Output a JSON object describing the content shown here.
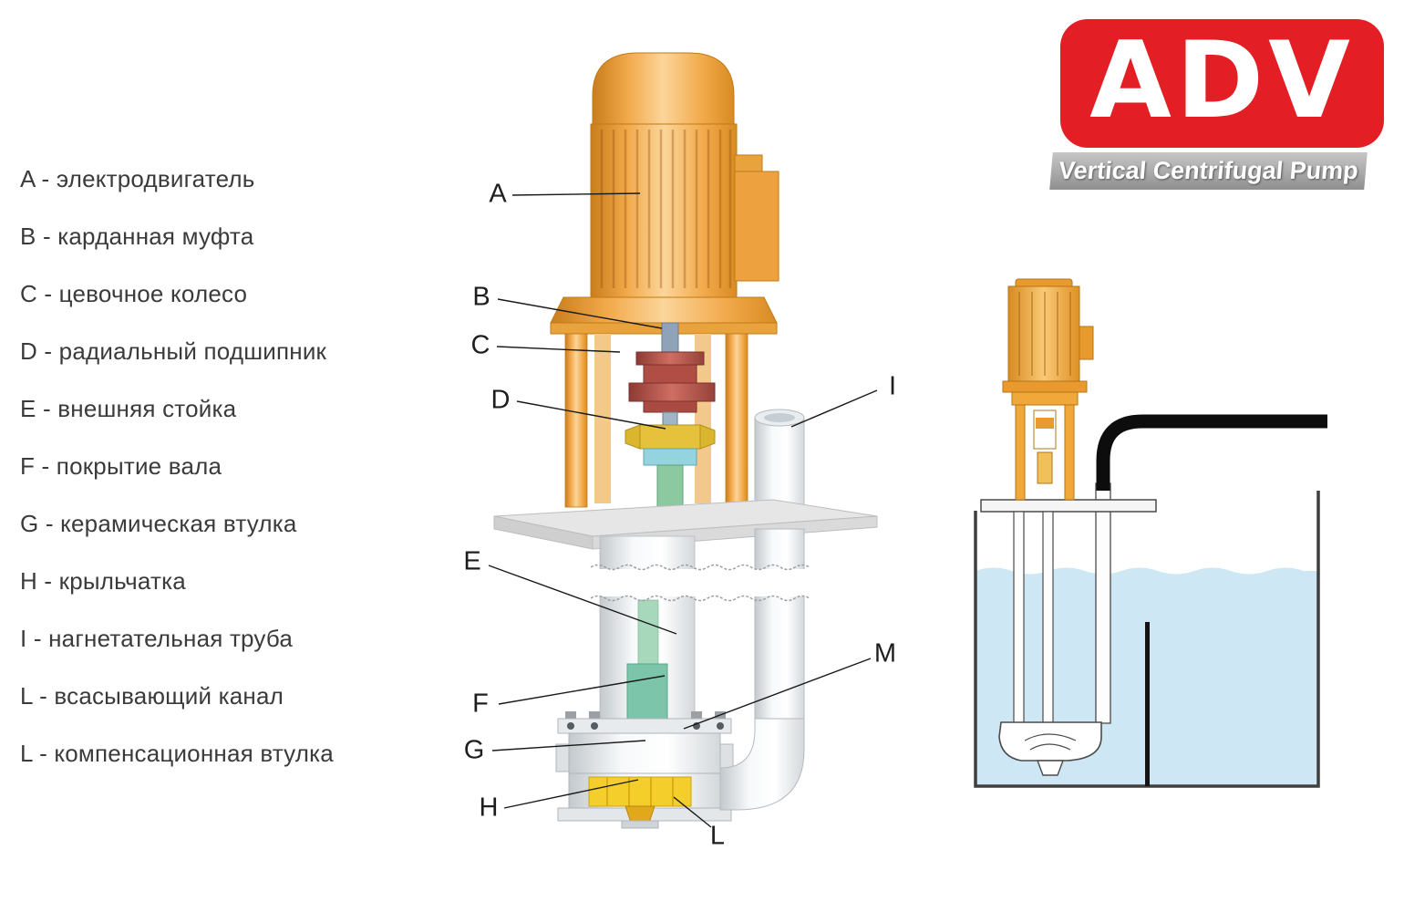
{
  "legend": {
    "items": [
      {
        "text": "A - электродвигатель"
      },
      {
        "text": "B - карданная муфта"
      },
      {
        "text": "C - цевочное колесо"
      },
      {
        "text": "D - радиальный подшипник"
      },
      {
        "text": "E - внешняя стойка"
      },
      {
        "text": "F - покрытие вала"
      },
      {
        "text": "G - керамическая втулка"
      },
      {
        "text": "H - крыльчатка"
      },
      {
        "text": "I - нагнетательная труба"
      },
      {
        "text": "L - всасывающий канал"
      },
      {
        "text": "L - компенсационная втулка"
      }
    ]
  },
  "logo": {
    "brand": "ADV",
    "tagline": "Vertical Centrifugal Pump",
    "brand_bg": "#e31e24",
    "brand_color": "#ffffff",
    "tagline_bg": "#a9a9a9"
  },
  "diagram": {
    "callouts": [
      {
        "letter": "A"
      },
      {
        "letter": "B"
      },
      {
        "letter": "C"
      },
      {
        "letter": "D"
      },
      {
        "letter": "E"
      },
      {
        "letter": "F"
      },
      {
        "letter": "G"
      },
      {
        "letter": "H"
      },
      {
        "letter": "I"
      },
      {
        "letter": "L"
      },
      {
        "letter": "M"
      }
    ],
    "colors": {
      "motor_orange": "#f0a647",
      "coupling_red": "#b04e46",
      "bearing_yellow": "#e6c23c",
      "impeller_yellow": "#f4ce2a",
      "water_blue": "#cde7f5"
    }
  }
}
